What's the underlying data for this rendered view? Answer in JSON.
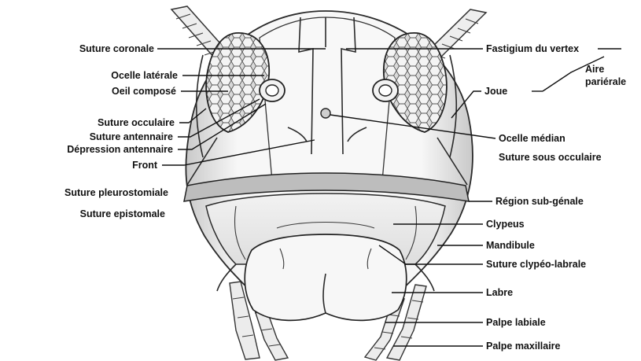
{
  "figure": {
    "labels": {
      "suture_coronale": "Suture coronale",
      "ocelle_laterale": "Ocelle latérale",
      "oeil_compose": "Oeil composé",
      "suture_occulaire": "Suture occulaire",
      "suture_antennaire": "Suture antennaire",
      "depression_antennaire": "Dépression antennaire",
      "front": "Front",
      "suture_pleurostomiale": "Suture pleurostomiale",
      "suture_epistomale": "Suture epistomale",
      "fastigium_du_vertex": "Fastigium du vertex",
      "aire_parietale_line1": "Aire",
      "aire_parietale_line2": "pariérale",
      "joue": "Joue",
      "ocelle_median": "Ocelle médian",
      "suture_sous_occulaire": "Suture sous occulaire",
      "region_sub_genale": "Région sub-génale",
      "clypeus": "Clypeus",
      "mandibule": "Mandibule",
      "suture_clypeo_labrale": "Suture clypéo-labrale",
      "labre": "Labre",
      "palpe_labiale": "Palpe labiale",
      "palpe_maxillaire": "Palpe maxillaire"
    }
  }
}
